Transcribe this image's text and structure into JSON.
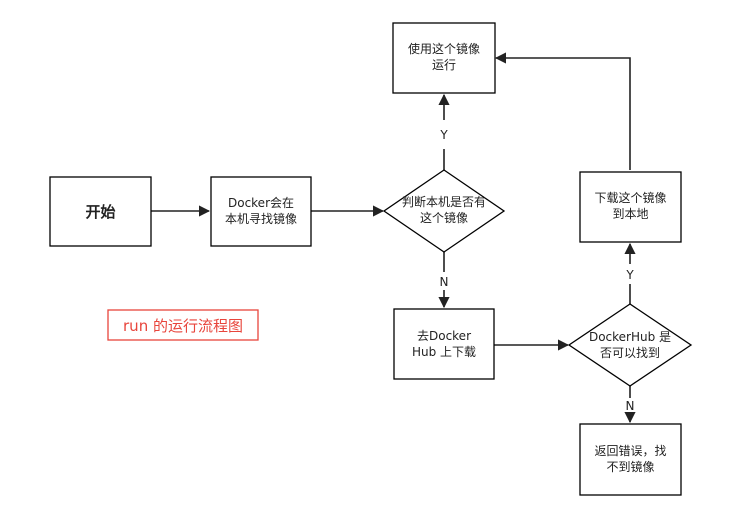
{
  "nodes": {
    "start": "开始",
    "docker_find": [
      "Docker会在",
      "本机寻找镜像"
    ],
    "check_local": [
      "判断本机是否有",
      "这个镜像"
    ],
    "use_image": [
      "使用这个镜像",
      "运行"
    ],
    "pull_hub": [
      "去Docker",
      "Hub 上下载"
    ],
    "hub_found": [
      "DockerHub 是",
      "否可以找到"
    ],
    "download_local": [
      "下载这个镜像",
      "到本地"
    ],
    "return_error": [
      "返回错误，找",
      "不到镜像"
    ]
  },
  "edge_labels": {
    "check_yes": "Y",
    "check_no": "N",
    "hub_yes": "Y",
    "hub_no": "N"
  },
  "caption": "run 的运行流程图",
  "colors": {
    "caption": "#e8453c",
    "stroke": "#000000"
  }
}
